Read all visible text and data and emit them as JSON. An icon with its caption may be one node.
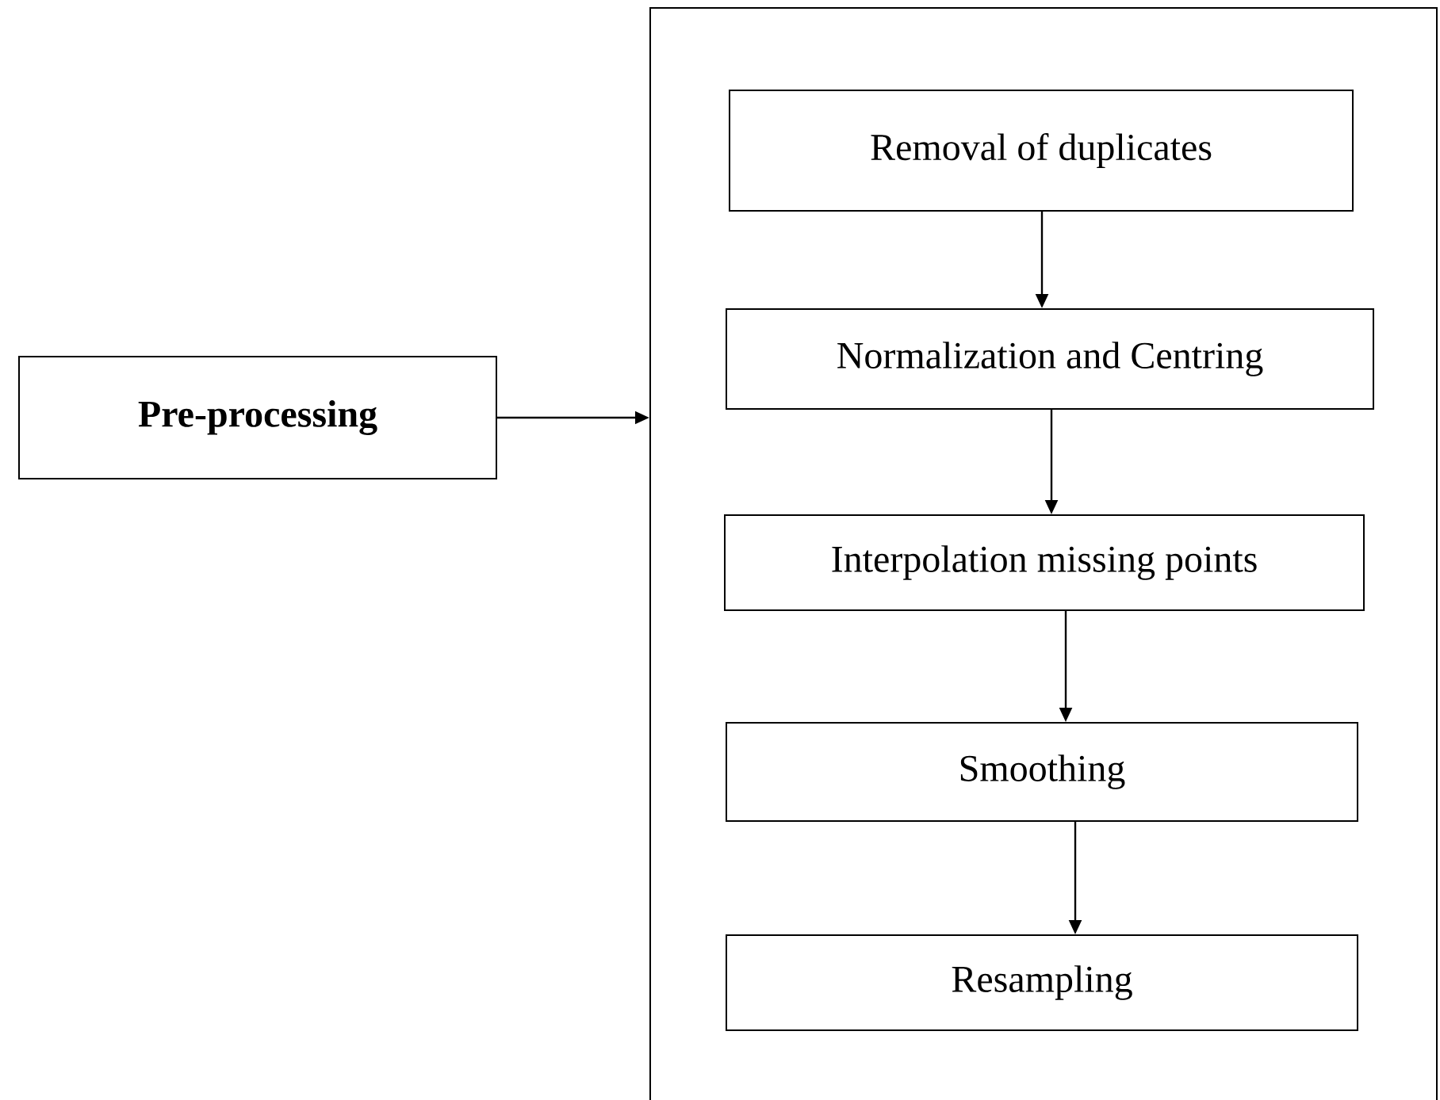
{
  "diagram": {
    "nodes": [
      {
        "text": [
          "**Pre-processing**"
        ]
      },
      {
        "text": [],
        "shape": "box"
      },
      {
        "text": [
          "Removal of duplicates"
        ],
        "in": 1
      },
      {
        "text": [
          "Normalization and Centring"
        ],
        "in": 1
      },
      {
        "text": [
          "Interpolation missing points"
        ],
        "in": 1
      },
      {
        "text": [
          "Smoothing"
        ],
        "in": 1
      },
      {
        "text": [
          "Resampling"
        ],
        "in": 1
      }
    ],
    "edges": [
      {
        "from": 0,
        "to": 1,
        "arrow": "to"
      },
      {
        "from": 2,
        "to": 3,
        "arrow": "to"
      },
      {
        "from": 3,
        "to": 4,
        "arrow": "to"
      },
      {
        "from": 4,
        "to": 5,
        "arrow": "to"
      },
      {
        "from": 5,
        "to": 6,
        "arrow": "to"
      }
    ]
  }
}
